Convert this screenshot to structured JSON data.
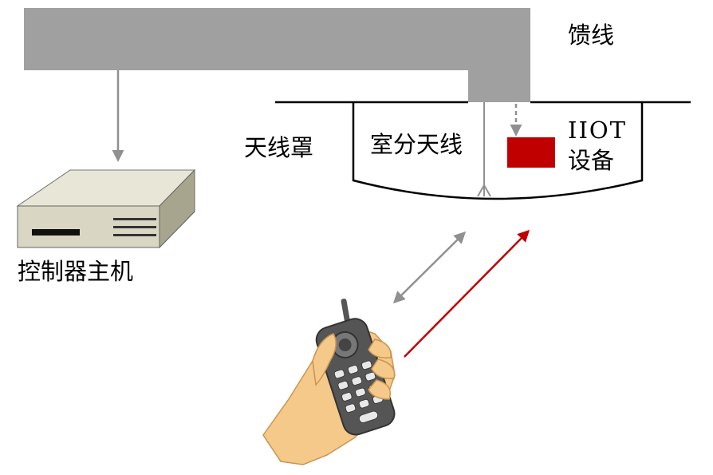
{
  "labels": {
    "feeder": "馈线",
    "radome": "天线罩",
    "indoor_antenna": "室分天线",
    "iiot_line1": "IIOT",
    "iiot_line2": "设备",
    "controller_host": "控制器主机"
  },
  "colors": {
    "feeder": "#a0a0a0",
    "gray_arrow": "#909090",
    "red_arrow": "#c00000",
    "iiot_device": "#c00000",
    "host_body": "#d9d6c3",
    "host_top": "#e8e6d6",
    "host_side": "#a8a58f",
    "skin": "#f5c98a",
    "phone": "#555555"
  },
  "icons": [
    "controller-host-icon",
    "hand-phone-icon",
    "iiot-device-icon"
  ]
}
